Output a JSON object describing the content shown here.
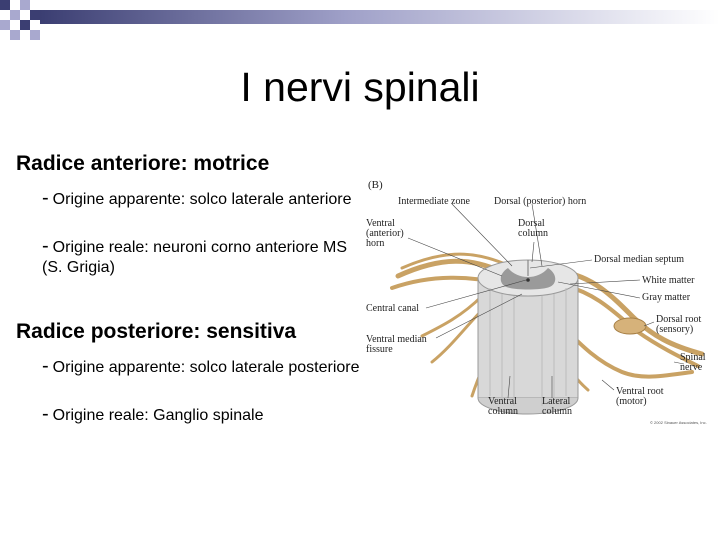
{
  "slide": {
    "title": "I nervi spinali",
    "sections": [
      {
        "heading": "Radice anteriore: motrice",
        "bullets": [
          {
            "dash": "-",
            "text": "Origine apparente:  solco laterale anteriore"
          },
          {
            "dash": "-",
            "text": "Origine reale: neuroni corno anteriore MS (S. Grigia)"
          }
        ]
      },
      {
        "heading": "Radice posteriore: sensitiva",
        "bullets": [
          {
            "dash": "-",
            "text": "Origine apparente:  solco laterale posteriore"
          },
          {
            "dash": "-",
            "text": "Origine reale: Ganglio spinale"
          }
        ]
      }
    ]
  },
  "figure": {
    "panel_letter": "(B)",
    "labels": {
      "intermediate_zone": "Intermediate zone",
      "dorsal_horn": "Dorsal (posterior) horn",
      "ventral_horn_1": "Ventral",
      "ventral_horn_2": "(anterior)",
      "ventral_horn_3": "horn",
      "dorsal_column_1": "Dorsal",
      "dorsal_column_2": "column",
      "dorsal_median_septum": "Dorsal median septum",
      "white_matter": "White matter",
      "gray_matter": "Gray matter",
      "central_canal": "Central canal",
      "dorsal_root_1": "Dorsal root",
      "dorsal_root_2": "(sensory)",
      "ventral_median_fissure_1": "Ventral median",
      "ventral_median_fissure_2": "fissure",
      "spinal_nerve_1": "Spinal",
      "spinal_nerve_2": "nerve",
      "ventral_root_1": "Ventral root",
      "ventral_root_2": "(motor)",
      "ventral_column_1": "Ventral",
      "ventral_column_2": "column",
      "lateral_column_1": "Lateral",
      "lateral_column_2": "column"
    },
    "credit": "© 2002 Sinauer Associates, Inc."
  },
  "colors": {
    "deco_dark": "#3b3e72",
    "deco_light": "#a9a9cf",
    "nerve": "#c9a264",
    "cord_white": "#d8d8d8",
    "gray_matter": "#9a9a9a"
  }
}
